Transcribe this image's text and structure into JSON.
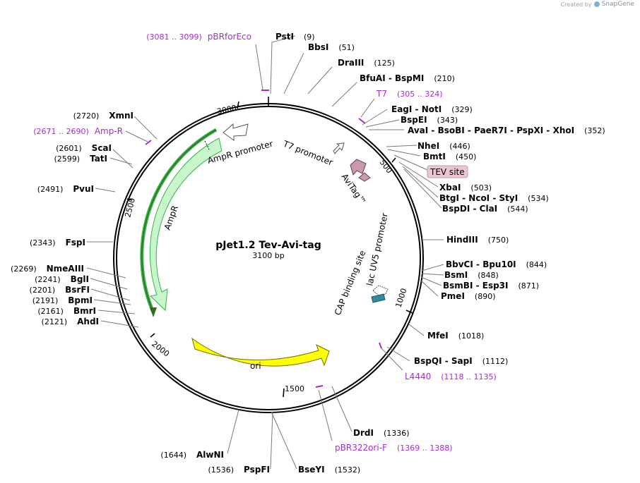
{
  "credit": {
    "created_by": "Created by",
    "brand": "SnapGene",
    "logo_icon": "snapgene-logo-icon"
  },
  "map": {
    "name": "pJet1.2 Tev-Avi-tag",
    "length": "3100 bp",
    "ticks": [
      "3000",
      "500",
      "1000",
      "1500",
      "2000",
      "2500"
    ]
  },
  "enzymes": [
    {
      "name": "PstI",
      "pos": "(9)"
    },
    {
      "name": "BbsI",
      "pos": "(51)"
    },
    {
      "name": "DraIII",
      "pos": "(125)"
    },
    {
      "name": "BfuAI",
      "sep": " - ",
      "name2": "BspMI",
      "pos": "(210)"
    },
    {
      "name": "EagI",
      "sep": " - ",
      "name2": "NotI",
      "pos": "(329)"
    },
    {
      "name": "BspEI",
      "pos": "(343)"
    },
    {
      "name": "AvaI",
      "sep": " - ",
      "name2": "BsoBI",
      "name3": "PaeR7I",
      "name4": "PspXI",
      "name5": "XhoI",
      "pos": "(352)"
    },
    {
      "name": "NheI",
      "pos": "(446)"
    },
    {
      "name": "BmtI",
      "pos": "(450)"
    },
    {
      "name": "XbaI",
      "pos": "(503)"
    },
    {
      "name": "BtgI",
      "sep": " - ",
      "name2": "NcoI",
      "name3": "StyI",
      "pos": "(534)"
    },
    {
      "name": "BspDI",
      "sep": " - ",
      "name2": "ClaI",
      "pos": "(544)"
    },
    {
      "name": "HindIII",
      "pos": "(750)"
    },
    {
      "name": "BbvCI",
      "sep": " - ",
      "name2": "Bpu10I",
      "pos": "(844)"
    },
    {
      "name": "BsmI",
      "pos": "(848)"
    },
    {
      "name": "BsmBI",
      "sep": " - ",
      "name2": "Esp3I",
      "pos": "(871)"
    },
    {
      "name": "PmeI",
      "pos": "(890)"
    },
    {
      "name": "MfeI",
      "pos": "(1018)"
    },
    {
      "name": "BspQI",
      "sep": " - ",
      "name2": "SapI",
      "pos": "(1112)"
    },
    {
      "name": "DrdI",
      "pos": "(1336)"
    },
    {
      "name": "BseYI",
      "pos": "(1532)"
    },
    {
      "name": "PspFI",
      "pos": "(1536)"
    },
    {
      "name": "AlwNI",
      "pos": "(1644)"
    },
    {
      "name": "AhdI",
      "pos": "(2121)"
    },
    {
      "name": "BmrI",
      "pos": "(2161)"
    },
    {
      "name": "BpmI",
      "pos": "(2191)"
    },
    {
      "name": "BsrFI",
      "pos": "(2201)"
    },
    {
      "name": "BglI",
      "pos": "(2241)"
    },
    {
      "name": "NmeAIII",
      "pos": "(2269)"
    },
    {
      "name": "FspI",
      "pos": "(2343)"
    },
    {
      "name": "PvuI",
      "pos": "(2491)"
    },
    {
      "name": "TatI",
      "pos": "(2599)"
    },
    {
      "name": "ScaI",
      "pos": "(2601)"
    },
    {
      "name": "XmnI",
      "pos": "(2720)"
    }
  ],
  "primers": [
    {
      "name": "pBRforEco",
      "range": "(3081 .. 3099)"
    },
    {
      "name": "T7",
      "range": "(305 .. 324)"
    },
    {
      "name": "L4440",
      "range": "(1118 .. 1135)"
    },
    {
      "name": "pBR322ori-F",
      "range": "(1369 .. 1388)"
    },
    {
      "name": "Amp-R",
      "range": "(2671 .. 2690)"
    }
  ],
  "features": {
    "tev_site": "TEV site",
    "t7_promoter": "T7 promoter",
    "avitag": "AviTag™",
    "lacuv5": "lac UV5 promoter",
    "cap": "CAP binding site",
    "ampr_promoter": "AmpR promoter",
    "ampr": "AmpR",
    "ori": "ori"
  },
  "colors": {
    "ampr_fill": "#c9f5cd",
    "ampr_stroke": "#38b24a",
    "ori_fill": "#ffff00",
    "avitag_fill": "#c99aad",
    "tev_fill": "#e8c6d2",
    "cap_fill": "#2f8a99",
    "primer": "#a52ad6",
    "orf_line": "#2e6b1d"
  }
}
